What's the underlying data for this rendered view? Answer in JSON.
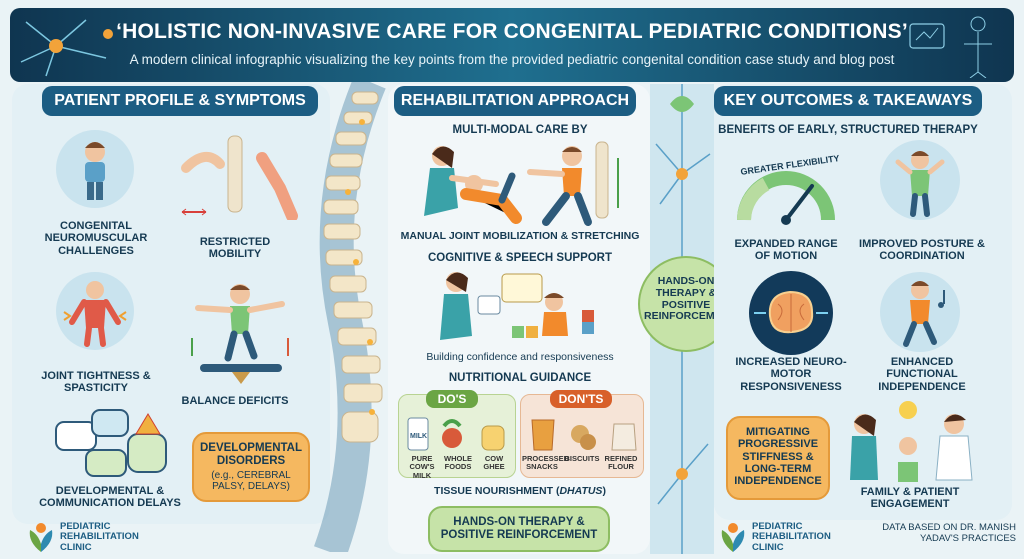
{
  "header": {
    "title": "‘HOLISTIC NON-INVASIVE CARE FOR CONGENITAL PEDIATRIC CONDITIONS’",
    "subtitle": "A modern clinical infographic visualizing the key points from the provided pediatric congenital condition case study and blog post"
  },
  "left": {
    "heading": "PATIENT PROFILE & SYMPTOMS",
    "items": [
      {
        "label": "CONGENITAL NEUROMUSCULAR CHALLENGES",
        "icon": "child-icon"
      },
      {
        "label": "RESTRICTED MOBILITY",
        "icon": "joint-icon"
      },
      {
        "label": "JOINT TIGHTNESS & SPASTICITY",
        "icon": "muscle-icon"
      },
      {
        "label": "BALANCE DEFICITS",
        "icon": "balance-board-icon"
      },
      {
        "label": "DEVELOPMENTAL & COMMUNICATION DELAYS",
        "icon": "speech-bubble-icon"
      }
    ],
    "callout": {
      "title": "DEVELOPMENTAL DISORDERS",
      "detail": "(e.g., CEREBRAL PALSY, DELAYS)"
    }
  },
  "middle": {
    "heading": "REHABILITATION APPROACH",
    "multi_modal": "MULTI-MODAL CARE BY",
    "manual": "MANUAL JOINT MOBILIZATION & STRETCHING",
    "cognitive": "COGNITIVE & SPEECH SUPPORT",
    "confidence": "Building confidence and responsiveness",
    "nutrition": "NUTRITIONAL GUIDANCE",
    "dos_label": "DO'S",
    "donts_label": "DON'TS",
    "dos": [
      "PURE COW'S MILK",
      "WHOLE FOODS",
      "COW GHEE"
    ],
    "donts": [
      "PROCESSED SNACKS",
      "BISCUITS",
      "REFINED FLOUR"
    ],
    "milk_text": "MILK",
    "tissue_prefix": "TISSUE NOURISHMENT (",
    "tissue_term": "DHATUS",
    "tissue_suffix": ")",
    "bottom_callout": "HANDS-ON THERAPY & POSITIVE REINFORCEMENT",
    "mid_callout": "HANDS-ON THERAPY & POSITIVE REINFORCEMENT"
  },
  "right": {
    "heading": "KEY OUTCOMES & TAKEAWAYS",
    "subheading": "BENEFITS OF EARLY, STRUCTURED THERAPY",
    "gauge_text": "GREATER FLEXIBILITY",
    "items": [
      {
        "label": "EXPANDED RANGE OF MOTION"
      },
      {
        "label": "IMPROVED POSTURE & COORDINATION"
      },
      {
        "label": "INCREASED NEURO-MOTOR RESPONSIVENESS"
      },
      {
        "label": "ENHANCED FUNCTIONAL INDEPENDENCE"
      },
      {
        "label": "FAMILY & PATIENT ENGAGEMENT"
      }
    ],
    "callout": "MITIGATING PROGRESSIVE STIFFNESS & LONG-TERM INDEPENDENCE"
  },
  "footer": {
    "logo_text": "PEDIATRIC REHABILITATION CLINIC",
    "source": "DATA BASED ON DR. MANISH YADAV'S PRACTICES"
  },
  "colors": {
    "header": "#1c5d83",
    "accent_orange": "#f5b860",
    "accent_green": "#c6e3a8",
    "spine": "#f3e6c8"
  }
}
